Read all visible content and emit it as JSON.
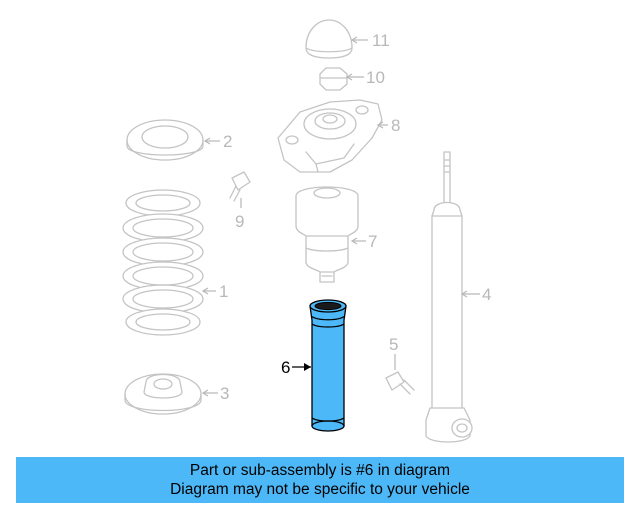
{
  "diagram": {
    "highlight_color": "#4db8f7",
    "callouts": [
      {
        "id": "11",
        "label": "11"
      },
      {
        "id": "10",
        "label": "10"
      },
      {
        "id": "8",
        "label": "8"
      },
      {
        "id": "2",
        "label": "2"
      },
      {
        "id": "9",
        "label": "9"
      },
      {
        "id": "7",
        "label": "7"
      },
      {
        "id": "1",
        "label": "1"
      },
      {
        "id": "4",
        "label": "4"
      },
      {
        "id": "5",
        "label": "5"
      },
      {
        "id": "6",
        "label": "6"
      },
      {
        "id": "3",
        "label": "3"
      }
    ],
    "highlighted": "6"
  },
  "info": {
    "line1": "Part or sub-assembly is #6 in diagram",
    "line2": "Diagram may not be specific to your vehicle"
  }
}
